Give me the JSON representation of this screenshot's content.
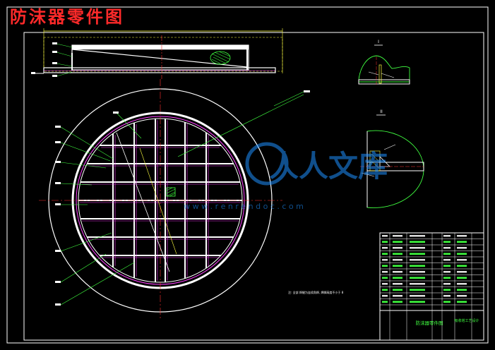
{
  "title": "防沫器零件图",
  "watermark": {
    "text": "人人文库",
    "url": "w w w . r e n r e n d o c . c o m"
  },
  "drawing_note": "注: 全部 焊缝为连续角焊, 焊脚高度不小于 8",
  "section_labels": [
    "I",
    "II"
  ],
  "title_block": {
    "drawing_name": "防沫器零件图",
    "project": "吸收塔工艺设计"
  },
  "colors": {
    "background": "#000000",
    "frame": "#ffffff",
    "structure": "#ff40ff",
    "leaders": "#40ff40",
    "dimensions": "#ffff40",
    "centerline": "#ff3030",
    "watermark": "#1e90ff"
  }
}
